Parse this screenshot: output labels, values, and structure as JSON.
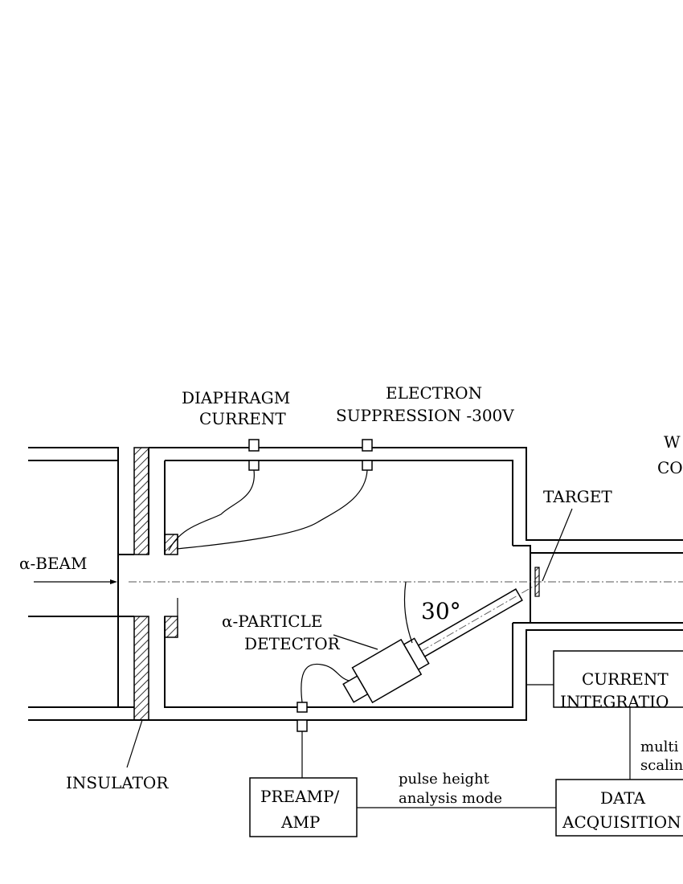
{
  "labels": {
    "diaphragm_line1": "DIAPHRAGM",
    "diaphragm_line2": "CURRENT",
    "electron_line1": "ELECTRON",
    "electron_line2": "SUPPRESSION -300V",
    "cut_w": "W",
    "cut_co": "CO",
    "target": "TARGET",
    "alpha_beam": "α-BEAM",
    "angle": "30°",
    "detector_line1": "α-PARTICLE",
    "detector_line2": "DETECTOR",
    "insulator": "INSULATOR",
    "current_line1": "CURRENT",
    "current_line2": "INTEGRATIO",
    "multi_line1": "multi",
    "multi_line2": "scalin",
    "preamp_line1": "PREAMP/",
    "preamp_line2": "AMP",
    "pulse_line1": "pulse height",
    "pulse_line2": "analysis mode",
    "data_line1": "DATA",
    "data_line2": "ACQUISITION"
  }
}
